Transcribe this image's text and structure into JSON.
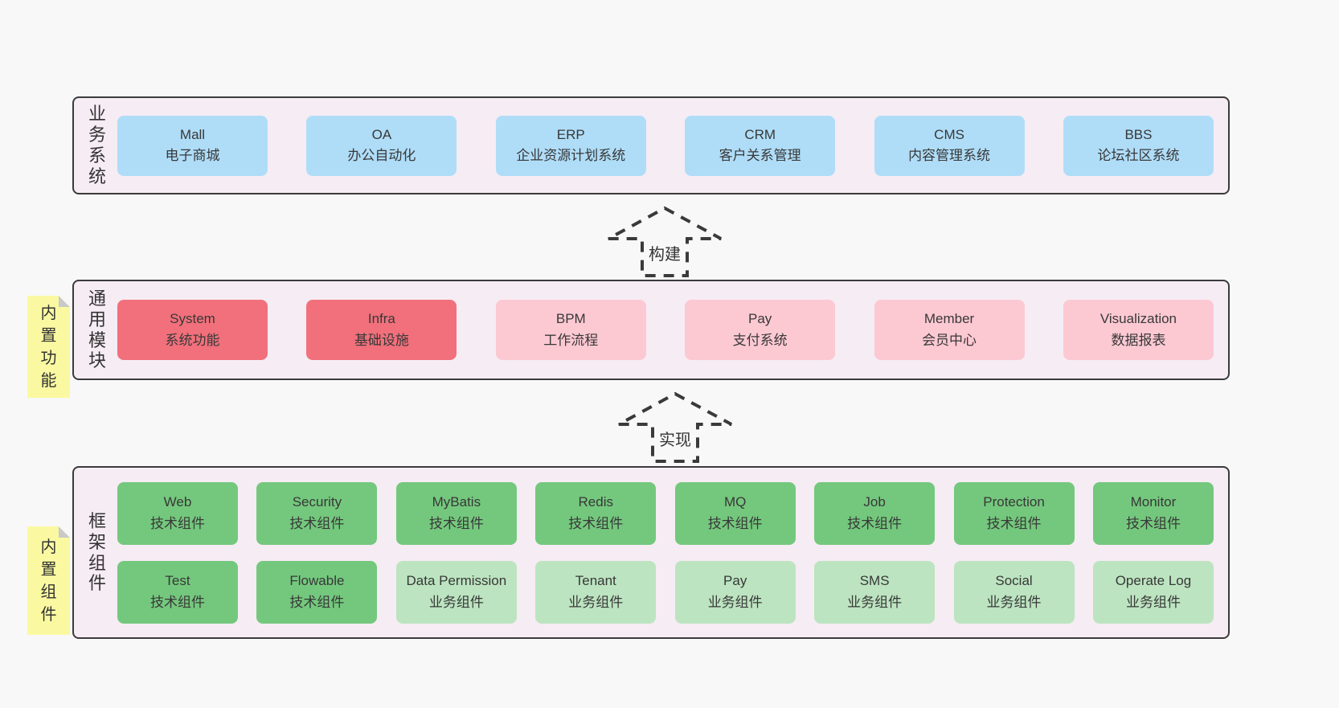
{
  "palette": {
    "page_background": "#f8f8f8",
    "section_background": "#f6ecf4",
    "section_border": "#3b3b3b",
    "blue_box": "#afddf8",
    "red_box": "#f1707b",
    "pink_box": "#fcc9d3",
    "green_box": "#74c87d",
    "light_green_box": "#bce4c0",
    "yellow_tag": "#faf9a1",
    "tag_fold": "#c9c9c9",
    "text": "#383838"
  },
  "arrows": [
    {
      "label": "构建"
    },
    {
      "label": "实现"
    }
  ],
  "layers": [
    {
      "label": "业务系统",
      "boxes": [
        {
          "name": "Mall",
          "subtitle": "电子商城",
          "variant": "blue"
        },
        {
          "name": "OA",
          "subtitle": "办公自动化",
          "variant": "blue"
        },
        {
          "name": "ERP",
          "subtitle": "企业资源计划系统",
          "variant": "blue"
        },
        {
          "name": "CRM",
          "subtitle": "客户关系管理",
          "variant": "blue"
        },
        {
          "name": "CMS",
          "subtitle": "内容管理系统",
          "variant": "blue"
        },
        {
          "name": "BBS",
          "subtitle": "论坛社区系统",
          "variant": "blue"
        }
      ]
    },
    {
      "label": "通用模块",
      "tag": "内置功能",
      "boxes": [
        {
          "name": "System",
          "subtitle": "系统功能",
          "variant": "red"
        },
        {
          "name": "Infra",
          "subtitle": "基础设施",
          "variant": "red"
        },
        {
          "name": "BPM",
          "subtitle": "工作流程",
          "variant": "pink"
        },
        {
          "name": "Pay",
          "subtitle": "支付系统",
          "variant": "pink"
        },
        {
          "name": "Member",
          "subtitle": "会员中心",
          "variant": "pink"
        },
        {
          "name": "Visualization",
          "subtitle": "数据报表",
          "variant": "pink"
        }
      ]
    },
    {
      "label": "框架组件",
      "tag": "内置组件",
      "boxes": [
        {
          "name": "Web",
          "subtitle": "技术组件",
          "variant": "green"
        },
        {
          "name": "Security",
          "subtitle": "技术组件",
          "variant": "green"
        },
        {
          "name": "MyBatis",
          "subtitle": "技术组件",
          "variant": "green"
        },
        {
          "name": "Redis",
          "subtitle": "技术组件",
          "variant": "green"
        },
        {
          "name": "MQ",
          "subtitle": "技术组件",
          "variant": "green"
        },
        {
          "name": "Job",
          "subtitle": "技术组件",
          "variant": "green"
        },
        {
          "name": "Protection",
          "subtitle": "技术组件",
          "variant": "green"
        },
        {
          "name": "Monitor",
          "subtitle": "技术组件",
          "variant": "green"
        },
        {
          "name": "Test",
          "subtitle": "技术组件",
          "variant": "green"
        },
        {
          "name": "Flowable",
          "subtitle": "技术组件",
          "variant": "green"
        },
        {
          "name": "Data Permission",
          "subtitle": "业务组件",
          "variant": "green-light"
        },
        {
          "name": "Tenant",
          "subtitle": "业务组件",
          "variant": "green-light"
        },
        {
          "name": "Pay",
          "subtitle": "业务组件",
          "variant": "green-light"
        },
        {
          "name": "SMS",
          "subtitle": "业务组件",
          "variant": "green-light"
        },
        {
          "name": "Social",
          "subtitle": "业务组件",
          "variant": "green-light"
        },
        {
          "name": "Operate Log",
          "subtitle": "业务组件",
          "variant": "green-light"
        }
      ]
    }
  ]
}
